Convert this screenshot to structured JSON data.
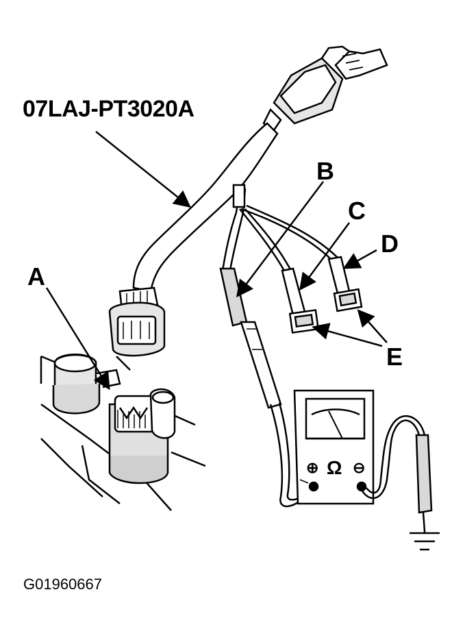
{
  "diagram": {
    "tool_number": "07LAJ-PT3020A",
    "labels": {
      "a": "A",
      "b": "B",
      "c": "C",
      "d": "D",
      "e": "E"
    },
    "figure_id": "G01960667"
  },
  "meter": {
    "plus_symbol": "⊕",
    "ohm_symbol": "Ω",
    "minus_symbol": "⊖"
  },
  "colors": {
    "ink": "#000000",
    "paper": "#ffffff",
    "shade": "#d9d9d9"
  }
}
